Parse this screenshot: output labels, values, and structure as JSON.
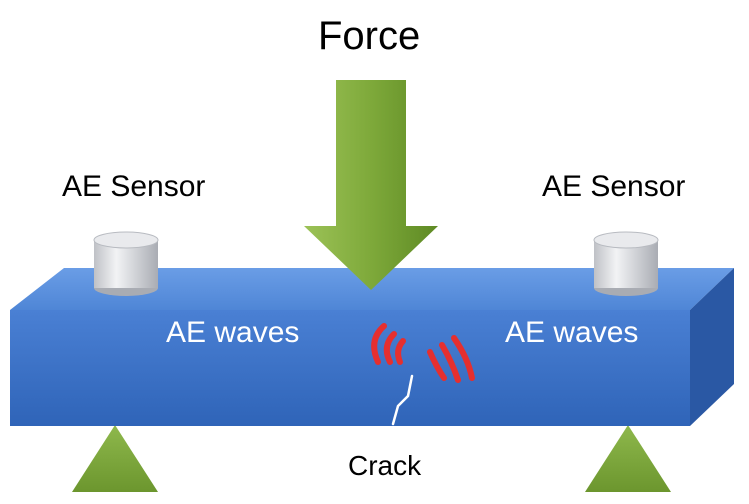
{
  "labels": {
    "force": "Force",
    "sensor_left": "AE Sensor",
    "sensor_right": "AE Sensor",
    "waves_left": "AE waves",
    "waves_right": "AE waves",
    "crack": "Crack"
  },
  "colors": {
    "beam_front": "#3d72c6",
    "beam_top": "#5b8fdc",
    "beam_side": "#2a58a4",
    "arrow_green": "#7aa632",
    "support_green": "#77a23a",
    "wave_red": "#e52f2f",
    "sensor_gray": "#d9dadd"
  }
}
